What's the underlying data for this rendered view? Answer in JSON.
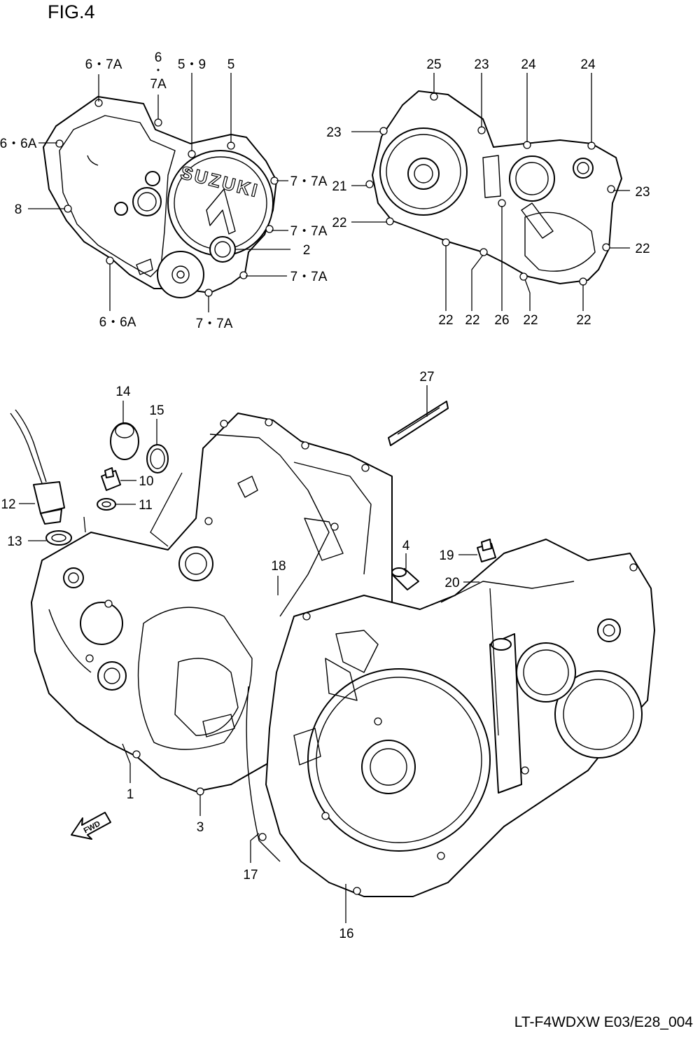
{
  "figure_title": "FIG.4",
  "drawing_code": "LT-F4WDXW E03/E28_004",
  "fwd_label": "FWD",
  "emblem_text": "SUZUKI",
  "callouts": [
    "6・7A",
    "6",
    "•",
    "7A",
    "5・9",
    "5",
    "6・6A",
    "8",
    "7・7A",
    "7・7A",
    "2",
    "7・7A",
    "6・6A",
    "7・7A",
    "25",
    "23",
    "24",
    "24",
    "23",
    "21",
    "23",
    "22",
    "22",
    "22",
    "22",
    "26",
    "22",
    "22",
    "27",
    "14",
    "15",
    "10",
    "11",
    "12",
    "13",
    "4",
    "19",
    "20",
    "18",
    "1",
    "3",
    "17",
    "16"
  ]
}
